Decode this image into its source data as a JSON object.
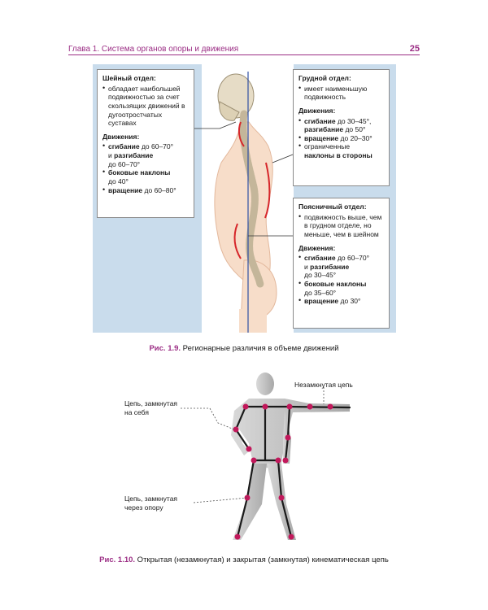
{
  "header": {
    "chapter": "Глава 1. Система органов опоры и движения",
    "page_number": "25"
  },
  "figure_1_9": {
    "cervical": {
      "title": "Шейный отдел:",
      "bullet": "обладает наибольшей подвижностью за счет скользящих движений в дугоотростчатых суставах",
      "movements_title": "Движения:",
      "m1_bold": "сгибание",
      "m1_rest": "до 60–70°",
      "m1_and": "и",
      "m1_bold2": "разгибание",
      "m1_rest2": "до 60–70°",
      "m2_bold": "боковые наклоны",
      "m2_rest": "до 40°",
      "m3_bold": "вращение",
      "m3_rest": "до 60–80°"
    },
    "thoracic": {
      "title": "Грудной отдел:",
      "bullet": "имеет наименьшую подвижность",
      "movements_title": "Движения:",
      "m1_bold": "сгибание",
      "m1_rest": "до 30–45°,",
      "m1_bold2": "разгибание",
      "m1_rest2": "до 50°",
      "m2_bold": "вращение",
      "m2_rest": "до 20–30°",
      "m3_plain": "ограниченные",
      "m3_bold": "наклоны в стороны"
    },
    "lumbar": {
      "title": "Поясничный отдел:",
      "bullet": "подвижность выше, чем в грудном отделе, но меньше, чем в шейном",
      "movements_title": "Движения:",
      "m1_bold": "сгибание",
      "m1_rest": "до 60–70°",
      "m1_and": "и",
      "m1_bold2": "разгибание",
      "m1_rest2": "до 30–45°",
      "m2_bold": "боковые наклоны",
      "m2_rest": "до 35–60°",
      "m3_bold": "вращение",
      "m3_rest": "до 30°"
    },
    "caption_label": "Рис. 1.9.",
    "caption_text": " Регионарные различия в объеме движений"
  },
  "figure_1_10": {
    "label_open": "Незамкнутая цепь",
    "label_closed_self_1": "Цепь, замкнутая",
    "label_closed_self_2": "на себя",
    "label_closed_support_1": "Цепь, замкнутая",
    "label_closed_support_2": "через опору",
    "caption_label": "Рис. 1.10.",
    "caption_text": " Открытая (незамкнутая) и закрытая (замкнутая) кинематическая цепь"
  },
  "colors": {
    "accent": "#9b2d84",
    "figure_background": "#c9dcec",
    "joint": "#c2185b"
  }
}
